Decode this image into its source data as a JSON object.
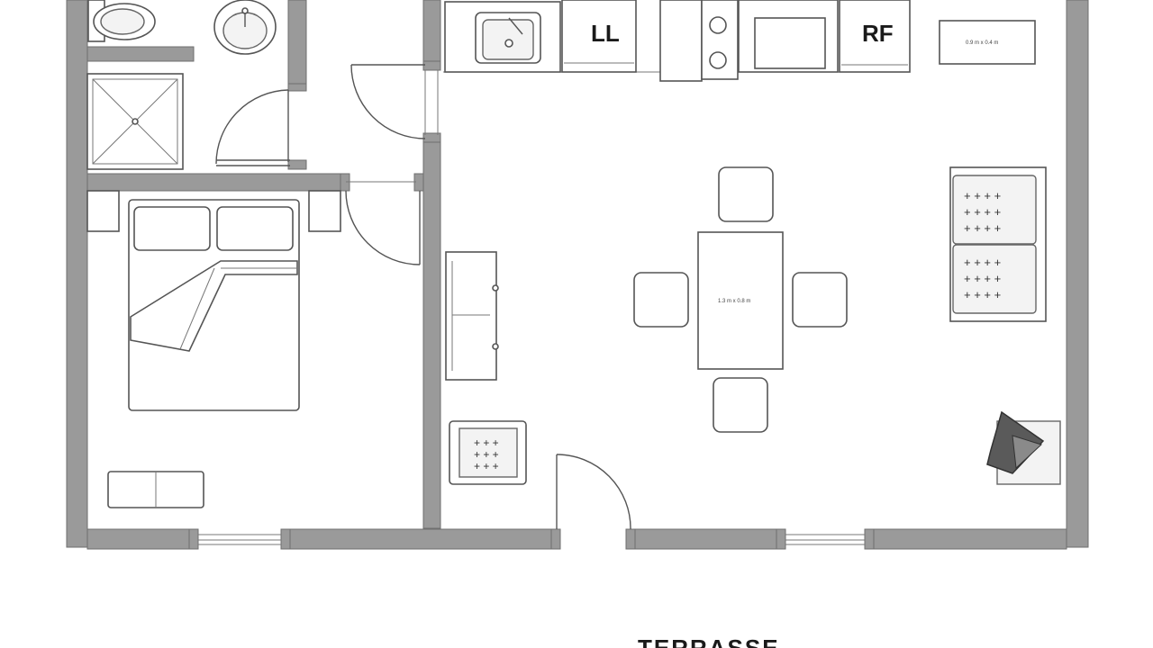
{
  "labels": {
    "dishwasher": "LL",
    "fridge": "RF",
    "counter_dim": "0.9 m x 0.4 m",
    "table_dim": "1.3 m x 0.8 m",
    "terrace": "TERRASSE"
  },
  "colors": {
    "wall": "#9a9a9a",
    "line": "#555555",
    "background": "#ffffff"
  }
}
